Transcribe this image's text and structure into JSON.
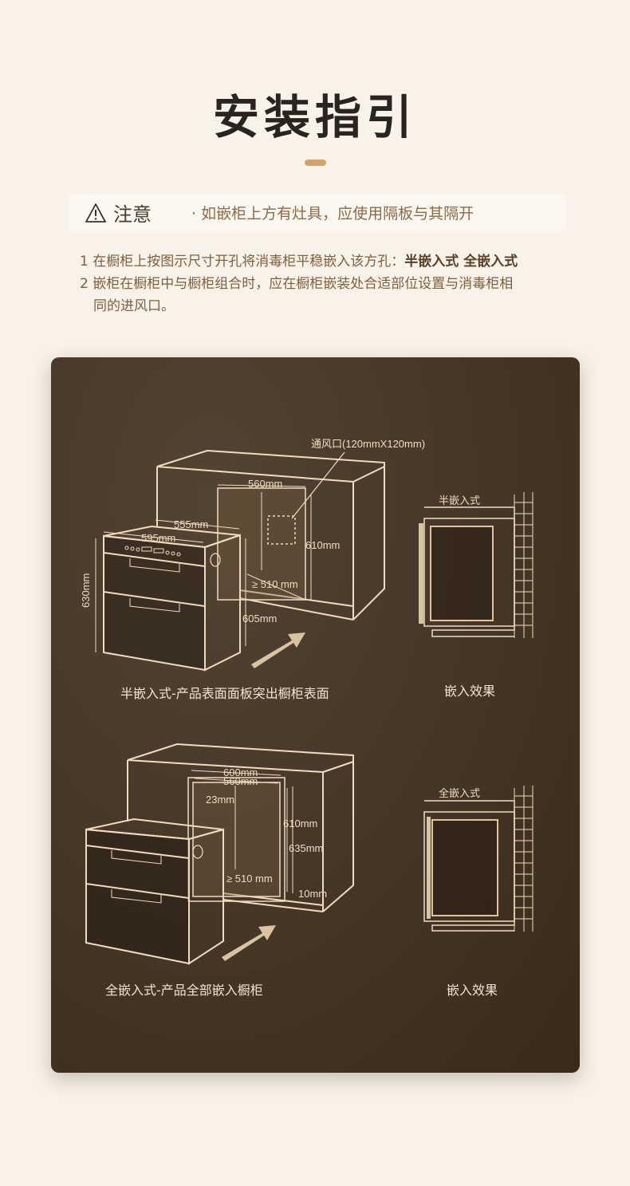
{
  "title": "安装指引",
  "notice": {
    "label": "注意",
    "icon": "warning-triangle-icon",
    "text": "· 如嵌柜上方有灶具，应使用隔板与其隔开"
  },
  "steps": [
    {
      "num": "1",
      "text": "在橱柜上按图示尺寸开孔将消毒柜平稳嵌入该方孔：",
      "bold": "半嵌入式 全嵌入式"
    },
    {
      "num": "2",
      "text": "嵌柜在橱柜中与橱柜组合时，应在橱柜嵌装处合适部位设置与消毒柜相",
      "cont": "同的进风口。"
    }
  ],
  "half": {
    "vent": "通风口(120mmX120mm)",
    "w560": "560mm",
    "w555": "555mm",
    "w595": "595mm",
    "h630": "630mm",
    "h610": "610mm",
    "d510": "≥ 510 mm",
    "d605": "605mm",
    "caption": "半嵌入式-产品表面面板突出橱柜表面",
    "side_label": "半嵌入式",
    "effect": "嵌入效果"
  },
  "full": {
    "w600": "600mm",
    "w560": "560mm",
    "t23": "23mm",
    "h610": "610mm",
    "h635": "635mm",
    "d510": "≥ 510 mm",
    "b10": "10mm",
    "caption": "全嵌入式-产品全部嵌入橱柜",
    "side_label": "全嵌入式",
    "effect": "嵌入效果"
  },
  "colors": {
    "line": "#efdcc0",
    "panel": "#47382a",
    "accent": "#d3a56c",
    "background": "#f8f2e8"
  }
}
